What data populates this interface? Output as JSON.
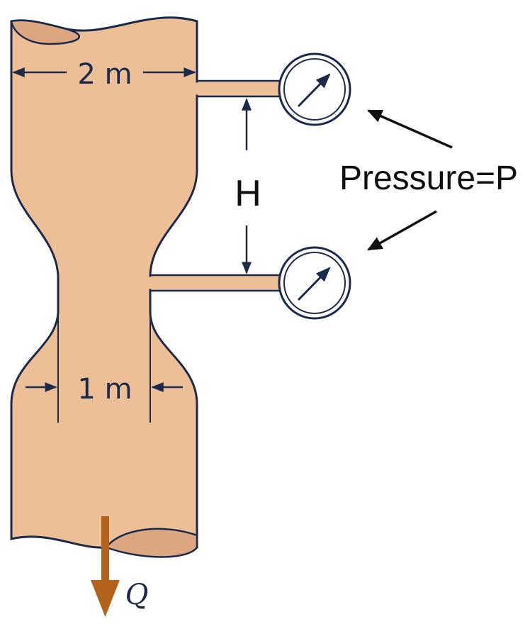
{
  "labels": {
    "top_diameter": "2 m",
    "throat_diameter": "1 m",
    "height": "H",
    "pressure": "Pressure=P",
    "flow": "Q"
  },
  "colors": {
    "pipe_fill": "#ecbf97",
    "pipe_interior": "#dca780",
    "outline": "#1b2a4a",
    "flow_arrow": "#b3631c",
    "text": "#1b2a4a",
    "label_text": "#111111"
  },
  "icons": {
    "gauge": "pressure-gauge-icon",
    "pointer": "arrow-icon"
  }
}
